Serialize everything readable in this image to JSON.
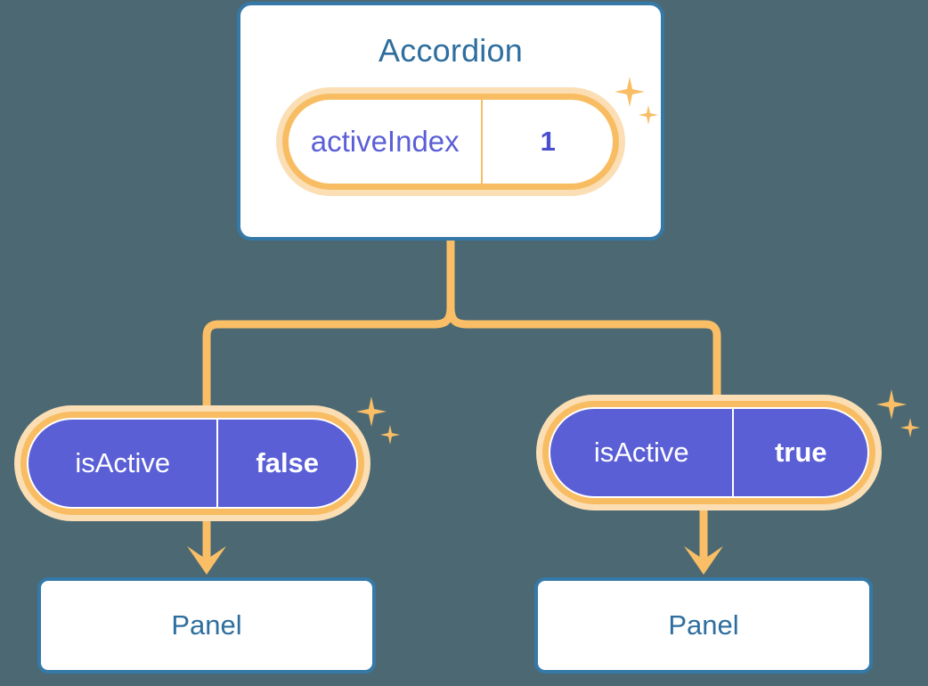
{
  "diagram": {
    "title_node": {
      "label": "Accordion",
      "state": {
        "key": "activeIndex",
        "value": "1"
      }
    },
    "branches": [
      {
        "side": "left",
        "state": {
          "key": "isActive",
          "value": "false"
        },
        "child": {
          "label": "Panel"
        }
      },
      {
        "side": "right",
        "state": {
          "key": "isActive",
          "value": "true"
        },
        "child": {
          "label": "Panel"
        }
      }
    ],
    "icons": {
      "sparkle": "sparkle-icon",
      "arrow": "arrow-down-icon"
    },
    "colors": {
      "background": "#4c6973",
      "card_border": "#3579a8",
      "card_fill": "#ffffff",
      "title_text": "#2e6e9e",
      "state_purple": "#5b5fd6",
      "ring_orange": "#f8bd63",
      "halo_peach": "#fbdeb4",
      "connector": "#f9be66",
      "value_text_light": "#4a4fd0",
      "value_text_solid": "#ffffff"
    }
  }
}
